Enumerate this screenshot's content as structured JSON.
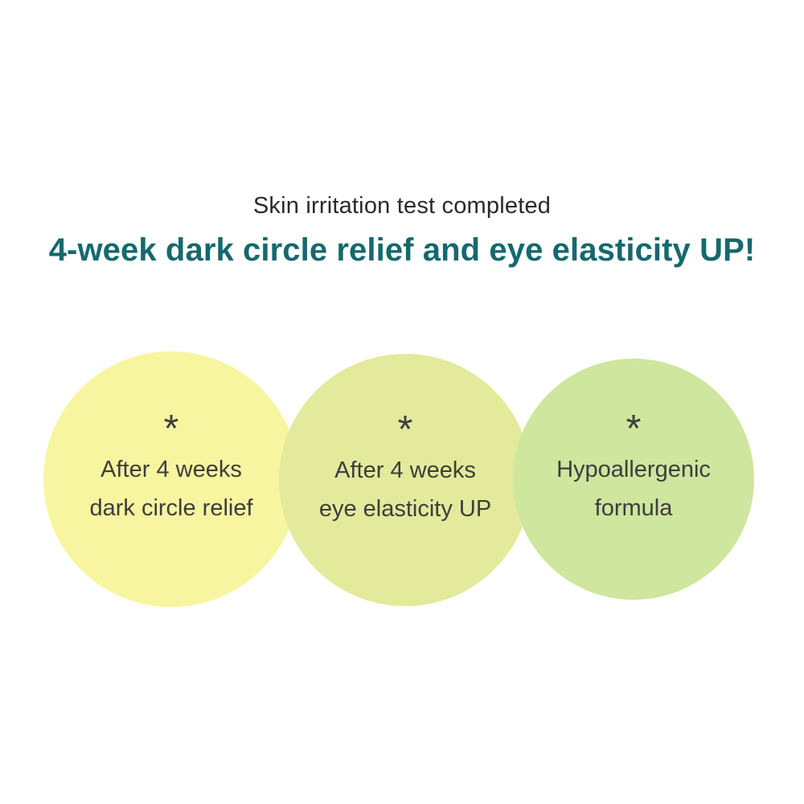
{
  "header": {
    "subtitle": "Skin irritation test completed",
    "title": "4-week dark circle relief and eye elasticity UP!"
  },
  "colors": {
    "title_teal": "#15696d",
    "body_text": "#3d3d3d",
    "circle_pale_yellow": "#f8f5a0",
    "circle_yellow_green": "#e3ea9b",
    "circle_light_green": "#cee69d",
    "background": "#ffffff"
  },
  "circles": [
    {
      "marker": "*",
      "line1": "After 4 weeks",
      "line2": "dark circle relief",
      "style": "background-color:#f8f5a0"
    },
    {
      "marker": "*",
      "line1": "After 4 weeks",
      "line2": "eye elasticity UP",
      "style": "background-color:#e3ea9b"
    },
    {
      "marker": "*",
      "line1": "Hypoallergenic",
      "line2": "formula",
      "style": "background-color:#cee69d"
    }
  ]
}
